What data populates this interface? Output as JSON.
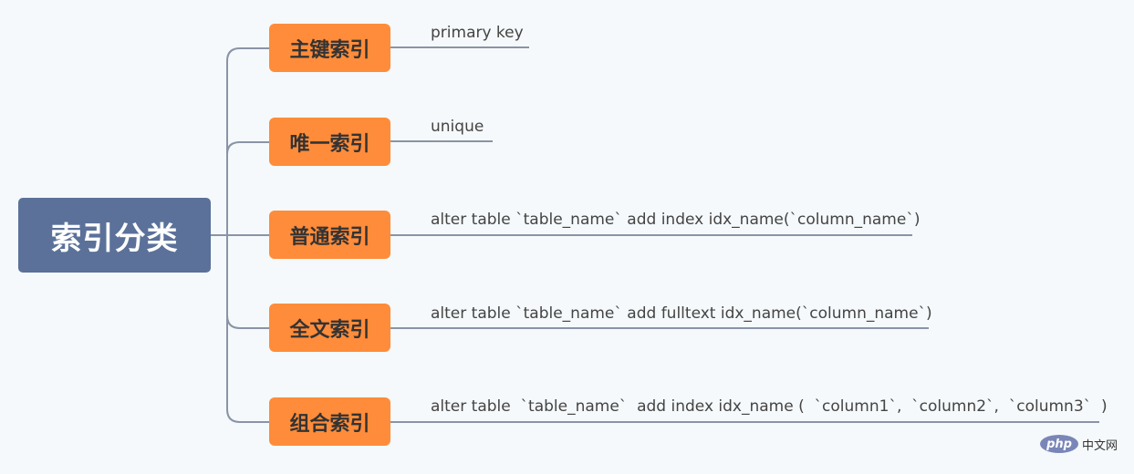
{
  "root": {
    "label": "索引分类"
  },
  "branches": [
    {
      "label": "主键索引",
      "detail": "primary key"
    },
    {
      "label": "唯一索引",
      "detail": "unique"
    },
    {
      "label": "普通索引",
      "detail": "alter table `table_name` add index idx_name(`column_name`)"
    },
    {
      "label": "全文索引",
      "detail": "alter table `table_name` add fulltext idx_name(`column_name`)"
    },
    {
      "label": "组合索引",
      "detail": "alter table  `table_name`  add index idx_name (  `column1`,  `column2`,  `column3`  )"
    }
  ],
  "watermark": {
    "logo_text": "php",
    "text": "中文网"
  },
  "colors": {
    "background": "#f5f9fb",
    "root_fill": "#5b7199",
    "branch_fill": "#ff8c3a",
    "connector": "#8a94a6"
  }
}
